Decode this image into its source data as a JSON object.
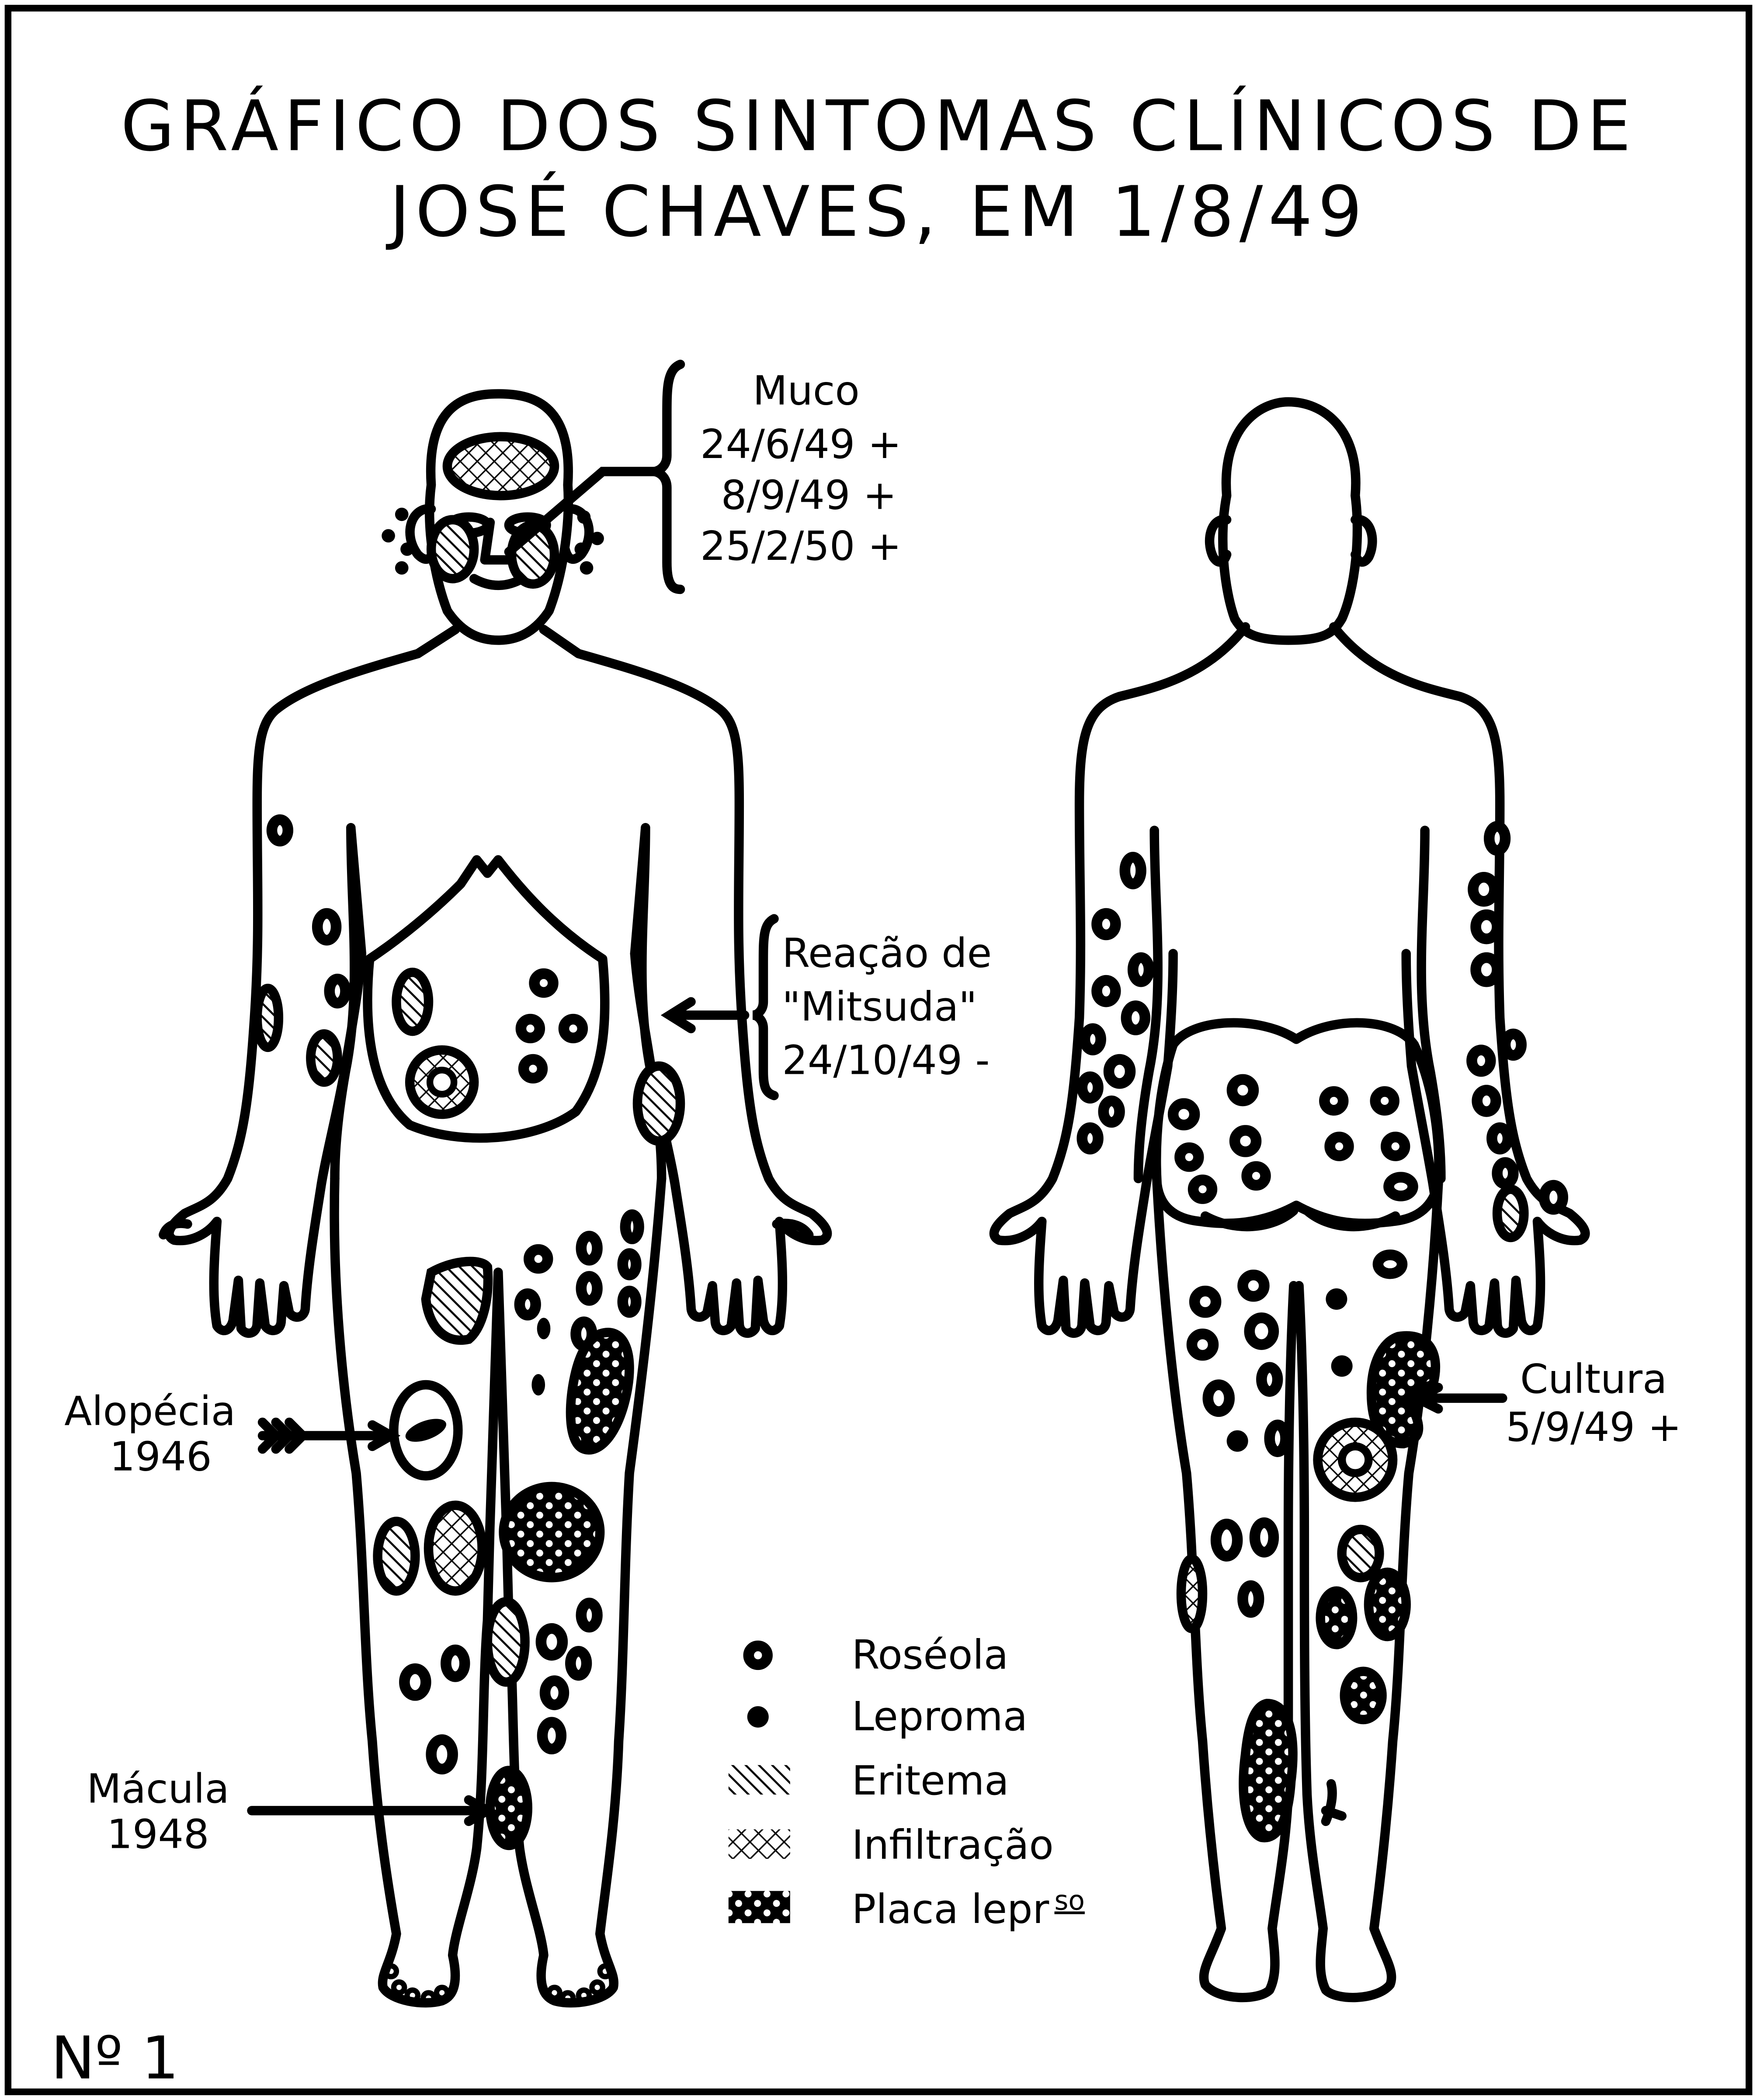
{
  "title": {
    "line1": "GRÁFICO DOS SINTOMAS CLÍNICOS DE",
    "line2": "JOSÉ CHAVES, EM 1/8/49"
  },
  "annotations": {
    "muco": {
      "label": "Muco",
      "dates": [
        "24/6/49 +",
        "8/9/49 +",
        "25/2/50 +"
      ]
    },
    "mitsuda": {
      "line1": "Reação de",
      "line2": "\"Mitsuda\"",
      "line3": "24/10/49 -"
    },
    "alopecia": {
      "label": "Alopécia",
      "year": "1946"
    },
    "macula": {
      "label": "Mácula",
      "year": "1948"
    },
    "cultura": {
      "label": "Cultura",
      "date": "5/9/49 +"
    }
  },
  "legend": [
    {
      "symbol": "roseola",
      "label": "Roséola"
    },
    {
      "symbol": "lepromа",
      "label": "Leproma"
    },
    {
      "symbol": "eritema",
      "label": "Eritema"
    },
    {
      "symbol": "infiltracao",
      "label": "Infiltração"
    },
    {
      "symbol": "placa",
      "label": "Placa lepr",
      "superscript": "so"
    }
  ],
  "figure_number": "Nº 1",
  "colors": {
    "ink": "#000000",
    "paper": "#ffffff"
  }
}
